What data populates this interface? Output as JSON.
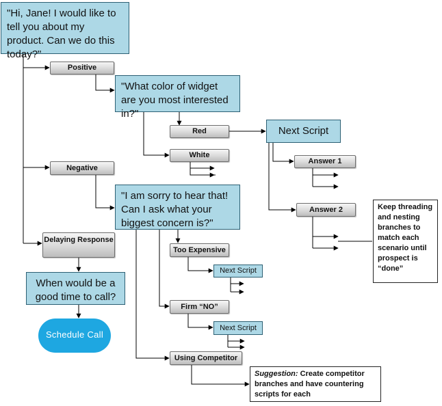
{
  "nodes": {
    "intro": "\"Hi, Jane! I would like to tell you about my product. Can we do this today?\"",
    "positive": "Positive",
    "color_q": "\"What color of widget are you most interested in?\"",
    "red": "Red",
    "white": "White",
    "next_script_main": "Next Script",
    "answer1": "Answer 1",
    "answer2": "Answer 2",
    "note_threading": "Keep threading and nesting branches to match each scenario until prospect is “done”",
    "negative": "Negative",
    "sorry_q": "\"I am sorry to hear that! Can I ask what your biggest concern is?\"",
    "delaying": "Delaying Response",
    "when_q": "When would be a good time to call?",
    "schedule": "Schedule Call",
    "too_expensive": "Too Expensive",
    "next_script_a": "Next Script",
    "firm_no": "Firm “NO”",
    "next_script_b": "Next Script",
    "competitor": "Using Competitor",
    "suggestion_prefix": "Suggestion:",
    "suggestion_text": " Create competitor branches and have countering scripts for each"
  },
  "colors": {
    "question_box": "#add8e6",
    "answer_pill": "#d9d9d9",
    "call_to_action": "#1ea7e1",
    "connector": "#000000"
  }
}
